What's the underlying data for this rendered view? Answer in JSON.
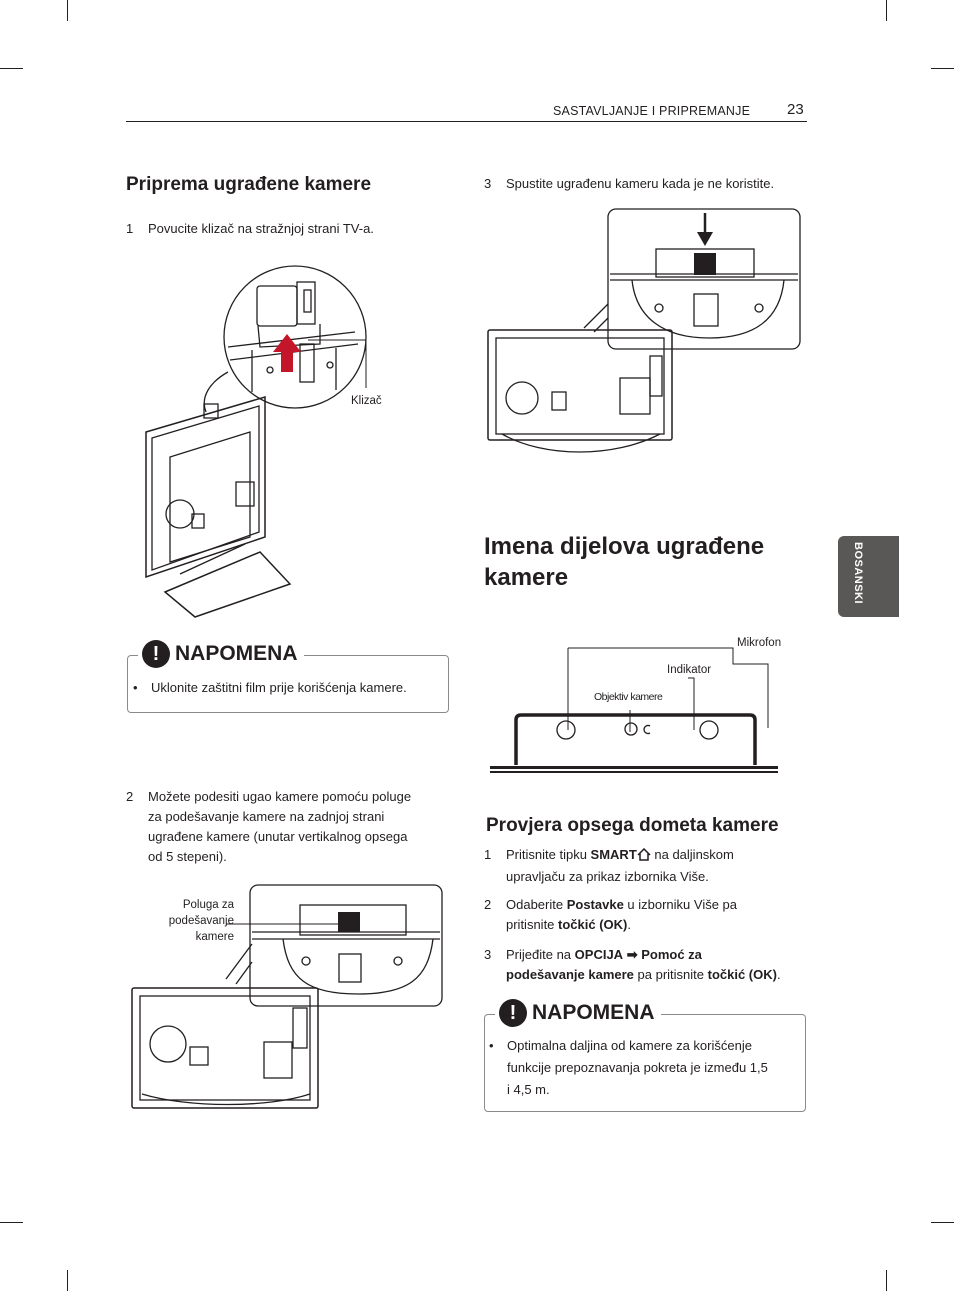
{
  "header": {
    "section": "SASTAVLJANJE I PRIPREMANJE",
    "page_number": "23"
  },
  "side_tab": "BOSANSKI",
  "left": {
    "title": "Priprema ugrađene kamere",
    "step1": {
      "num": "1",
      "text": "Povucite klizač na stražnjoj strani TV-a."
    },
    "fig1_label": "Klizač",
    "note": {
      "title": "NAPOMENA",
      "bullet": "•",
      "text": "Uklonite zaštitni film prije korišćenja kamere."
    },
    "step2": {
      "num": "2",
      "lines": [
        "Možete podesiti ugao kamere pomoću poluge",
        "za podešavanje kamere na zadnjoj strani",
        "ugrađene kamere (unutar vertikalnog opsega",
        "od 5 stepeni)."
      ]
    },
    "fig2_label": [
      "Poluga za",
      "podešavanje",
      "kamere"
    ]
  },
  "right": {
    "step3": {
      "num": "3",
      "text": "Spustite ugrađenu kameru kada je ne koristite."
    },
    "title_lines": [
      "Imena dijelova ugrađene",
      "kamere"
    ],
    "labels": {
      "mic": "Mikrofon",
      "indicator": "Indikator",
      "lens": "Objektiv kamere"
    },
    "subtitle": "Provjera opsega dometa kamere",
    "steps": [
      {
        "num": "1",
        "line1_a": "Pritisnite tipku ",
        "line1_b": "SMART",
        "line1_c": " na daljinskom",
        "line2": "upravljaču za prikaz izbornika Više."
      },
      {
        "num": "2",
        "line1_a": "Odaberite ",
        "line1_b": "Postavke",
        "line1_c": " u izborniku Više pa",
        "line2_a": "pritisnite ",
        "line2_b": "točkić (OK)",
        "line2_c": "."
      },
      {
        "num": "3",
        "line1_a": "Prijeđite na ",
        "line1_b": "OPCIJA",
        "line1_arrow": "➡",
        "line1_c": " Pomoć za",
        "line2_a": "podešavanje kamere",
        "line2_b": " pa pritisnite ",
        "line2_c": "točkić (OK)",
        "line2_d": "."
      }
    ],
    "note": {
      "title": "NAPOMENA",
      "bullet": "•",
      "lines": [
        "Optimalna daljina od kamere za korišćenje",
        "funkcije prepoznavanja pokreta je između 1,5",
        "i 4,5 m."
      ]
    }
  }
}
